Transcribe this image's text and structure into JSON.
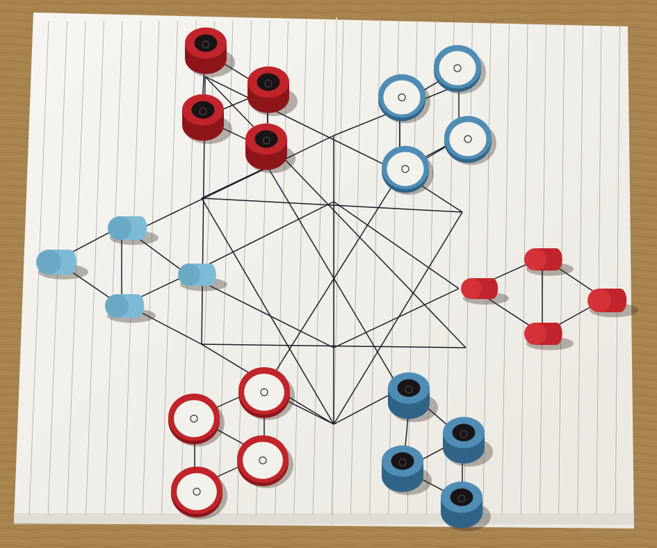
{
  "scene": {
    "description_free": true,
    "colors": {
      "table": "#a7834e",
      "table_grain": "#8f6c3b",
      "paper": "#f3f1ec",
      "paper_shade": "#e3e0d8",
      "ruled_line": "#8a8a92",
      "board_line": "#1c1c24",
      "red_piece": "#c1242a",
      "red_piece_dark": "#8e161b",
      "red_piece_top": "#d43238",
      "blue_ring": "#4f8db5",
      "blue_ring_dark": "#2f6387",
      "light_blue_piece": "#7dbad6",
      "light_blue_top": "#6aa9c6",
      "shadow": "rgba(60,50,40,0.35)"
    },
    "board": {
      "type": "hexagram-board-drawn-on-ruled-paper",
      "player_colors": [
        "red",
        "blue"
      ]
    },
    "pieces": {
      "red_tubes": {
        "color": "red",
        "kind": "tube",
        "count": 4
      },
      "blue_rings": {
        "color": "blue",
        "kind": "ring",
        "count": 4
      },
      "light_blue_pegs": {
        "color": "light-blue",
        "kind": "solid-peg",
        "count": 4
      },
      "red_pegs": {
        "color": "red",
        "kind": "solid-peg",
        "count": 4
      },
      "red_rings": {
        "color": "red",
        "kind": "ring",
        "count": 4
      },
      "blue_tubes": {
        "color": "blue",
        "kind": "tube",
        "count": 4
      }
    }
  }
}
